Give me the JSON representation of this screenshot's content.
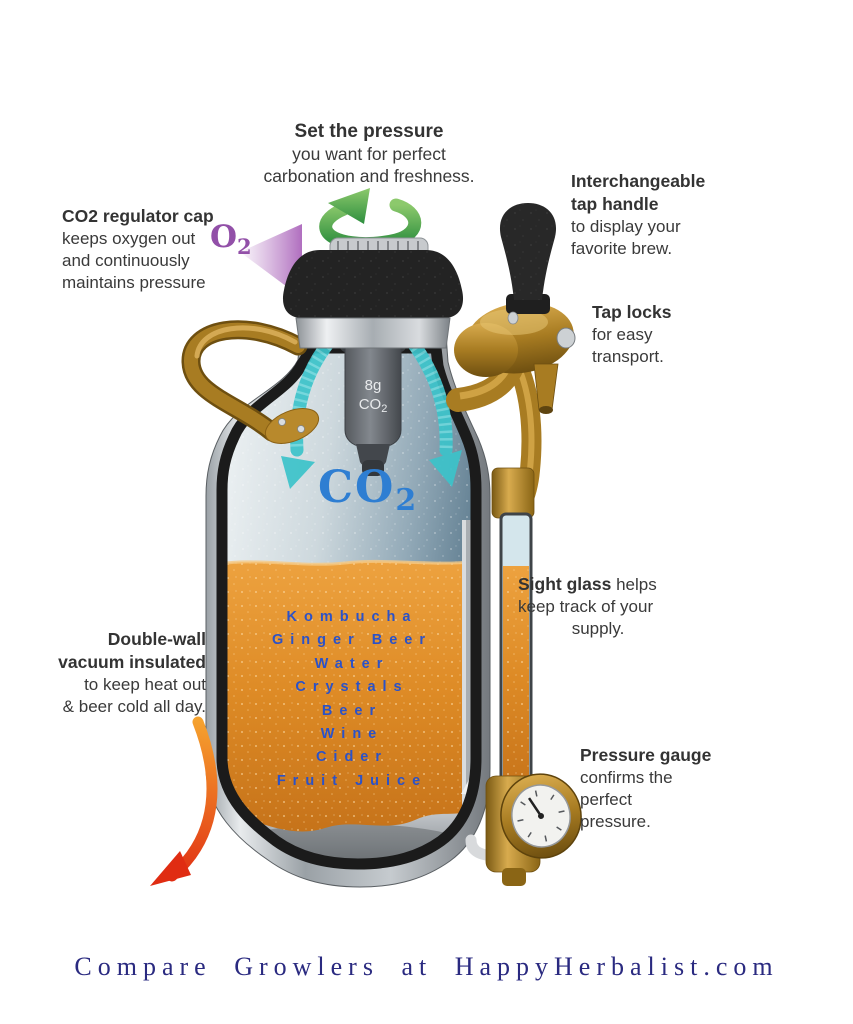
{
  "annotations": {
    "set_pressure": {
      "heading": "Set the pressure",
      "line1": "you want for perfect",
      "line2": "carbonation and freshness."
    },
    "regulator_cap": {
      "heading": "CO2 regulator cap",
      "line1": "keeps oxygen out",
      "line2": "and continuously",
      "line3": "maintains pressure",
      "o2_main": "O",
      "o2_sub": "2"
    },
    "tap_handle": {
      "heading_line1": "Interchangeable",
      "heading_line2": "tap handle",
      "line1": "to display your",
      "line2": "favorite brew."
    },
    "tap_locks": {
      "heading": "Tap locks",
      "line1": "for easy",
      "line2": "transport."
    },
    "sight_glass": {
      "heading": "Sight glass",
      "rest_of_line": " helps",
      "line2": "keep track of your",
      "line3": "supply."
    },
    "double_wall": {
      "heading_line1": "Double-wall",
      "heading_line2": "vacuum insulated",
      "line1": "to keep heat out",
      "line2": "& beer cold all day."
    },
    "pressure_gauge": {
      "heading": "Pressure gauge",
      "line1": "confirms the",
      "line2": "perfect",
      "line3": "pressure."
    }
  },
  "growler": {
    "cartridge": {
      "line1": "8g",
      "co": "CO",
      "sub": "2"
    },
    "co2_big": {
      "main": "CO",
      "sub": "2"
    },
    "contents": [
      "Kombucha",
      "Ginger Beer",
      "Water",
      "Crystals",
      "Beer",
      "Wine",
      "Cider",
      "Fruit Juice"
    ]
  },
  "footer": {
    "text": "Compare Growlers at HappyHerbalist.com"
  },
  "colors": {
    "accent_teal": "#3cc3ca",
    "co2_blue": "#2e7ed2",
    "contents_blue": "#2b52c8",
    "liquid_orange": "#dd8a25",
    "brass_gold": "#a87c22",
    "o2_purple": "#9250a8",
    "rotate_green": "#3f9e47",
    "heat_arrow_red": "#e02c12",
    "footer_navy": "#2a2a80",
    "text_dark": "#3a3a3a"
  }
}
